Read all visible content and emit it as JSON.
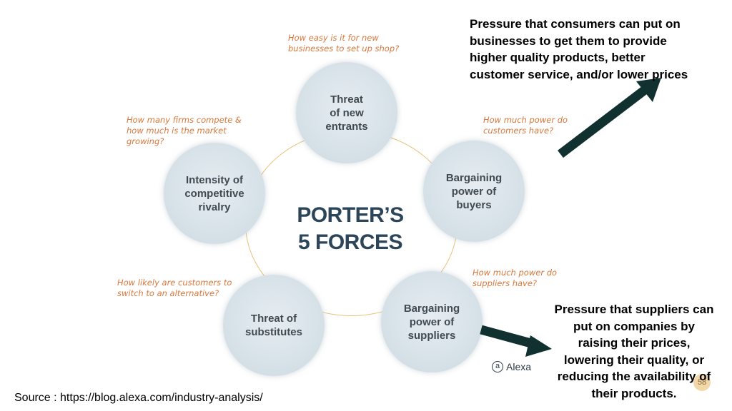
{
  "diagram": {
    "title": "PORTER’S\n5 FORCES",
    "forces": [
      {
        "label": "Threat\nof new\nentrants",
        "question": "How easy is it for new\nbusinesses to set up shop?"
      },
      {
        "label": "Bargaining\npower of\nbuyers",
        "question": "How much power do\ncustomers have?"
      },
      {
        "label": "Bargaining\npower of\nsuppliers",
        "question": "How much power do\nsuppliers have?"
      },
      {
        "label": "Threat of\nsubstitutes",
        "question": "How likely are customers to\nswitch to an alternative?"
      },
      {
        "label": "Intensity of\ncompetitive\nrivalry",
        "question": "How many firms compete &\nhow much is the market\ngrowing?"
      }
    ],
    "logo_text": "Alexa",
    "logo_mark": "a"
  },
  "notes": {
    "buyers": "Pressure that consumers can put on\nbusinesses to get them to provide\nhigher quality products, better\ncustomer service, and/or lower prices",
    "suppliers": "Pressure that suppliers can\nput on companies by\nraising their prices,\nlowering their quality, or\nreducing the availability of\ntheir products."
  },
  "source": "Source : https://blog.alexa.com/industry-analysis/",
  "page_number": "58",
  "colors": {
    "arrow": "#10312f",
    "question": "#d9773a",
    "title": "#2c4558",
    "ring": "#e8c27a"
  }
}
